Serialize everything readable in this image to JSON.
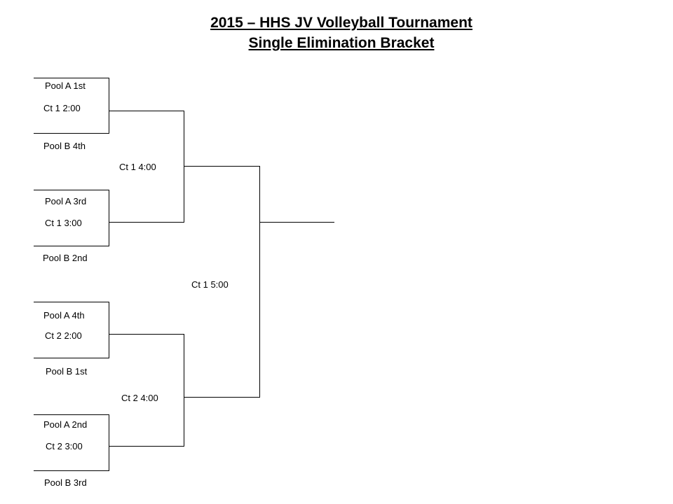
{
  "title": {
    "line1": "2015 – HHS JV Volleyball Tournament",
    "line2": "Single Elimination Bracket"
  },
  "bracket": {
    "round1": [
      {
        "top_team": "Pool A 1st",
        "match": "Ct 1  2:00",
        "bottom_team": "Pool B 4th"
      },
      {
        "top_team": "Pool A 3rd",
        "match": "Ct 1  3:00",
        "bottom_team": "Pool B 2nd"
      },
      {
        "top_team": "Pool A 4th",
        "match": "Ct 2  2:00",
        "bottom_team": "Pool B 1st"
      },
      {
        "top_team": "Pool A 2nd",
        "match": "Ct 2  3:00",
        "bottom_team": "Pool B 3rd"
      }
    ],
    "round2": [
      {
        "match": "Ct 1  4:00"
      },
      {
        "match": "Ct 2 4:00"
      }
    ],
    "final": {
      "match": "Ct 1  5:00"
    }
  }
}
